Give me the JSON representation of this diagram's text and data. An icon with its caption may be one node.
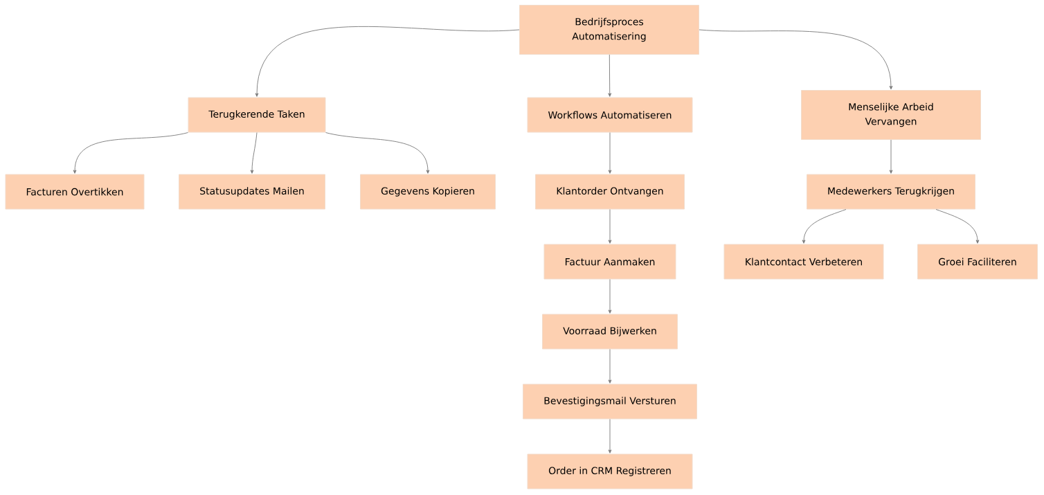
{
  "diagram": {
    "nodes": [
      {
        "text": [
          "Bedrijfsproces Automatisering"
        ]
      },
      {
        "text": [
          "Terugkerende Taken"
        ]
      },
      {
        "text": [
          "Workflows Automatiseren"
        ]
      },
      {
        "text": [
          "Menselijke Arbeid Vervangen"
        ]
      },
      {
        "text": [
          "Facturen Overtikken"
        ]
      },
      {
        "text": [
          "Statusupdates Mailen"
        ]
      },
      {
        "text": [
          "Gegevens Kopieren"
        ]
      },
      {
        "text": [
          "Klantorder Ontvangen"
        ]
      },
      {
        "text": [
          "Medewerkers Terugkrijgen"
        ]
      },
      {
        "text": [
          "Factuur Aanmaken"
        ]
      },
      {
        "text": [
          "Klantcontact Verbeteren"
        ]
      },
      {
        "text": [
          "Groei Faciliteren"
        ]
      },
      {
        "text": [
          "Voorraad Bijwerken"
        ]
      },
      {
        "text": [
          "Bevestigingsmail Versturen"
        ]
      },
      {
        "text": [
          "Order in CRM Registreren"
        ]
      }
    ],
    "edges": [
      {
        "from": 0,
        "to": 1,
        "arrow": "to"
      },
      {
        "from": 0,
        "to": 2,
        "arrow": "to"
      },
      {
        "from": 0,
        "to": 3,
        "arrow": "to"
      },
      {
        "from": 1,
        "to": 4,
        "arrow": "to"
      },
      {
        "from": 1,
        "to": 5,
        "arrow": "to"
      },
      {
        "from": 1,
        "to": 6,
        "arrow": "to"
      },
      {
        "from": 2,
        "to": 7,
        "arrow": "to"
      },
      {
        "from": 7,
        "to": 9,
        "arrow": "to"
      },
      {
        "from": 9,
        "to": 12,
        "arrow": "to"
      },
      {
        "from": 12,
        "to": 13,
        "arrow": "to"
      },
      {
        "from": 13,
        "to": 14,
        "arrow": "to"
      },
      {
        "from": 3,
        "to": 8,
        "arrow": "to"
      },
      {
        "from": 8,
        "to": 10,
        "arrow": "to"
      },
      {
        "from": 8,
        "to": 11,
        "arrow": "to"
      }
    ]
  }
}
